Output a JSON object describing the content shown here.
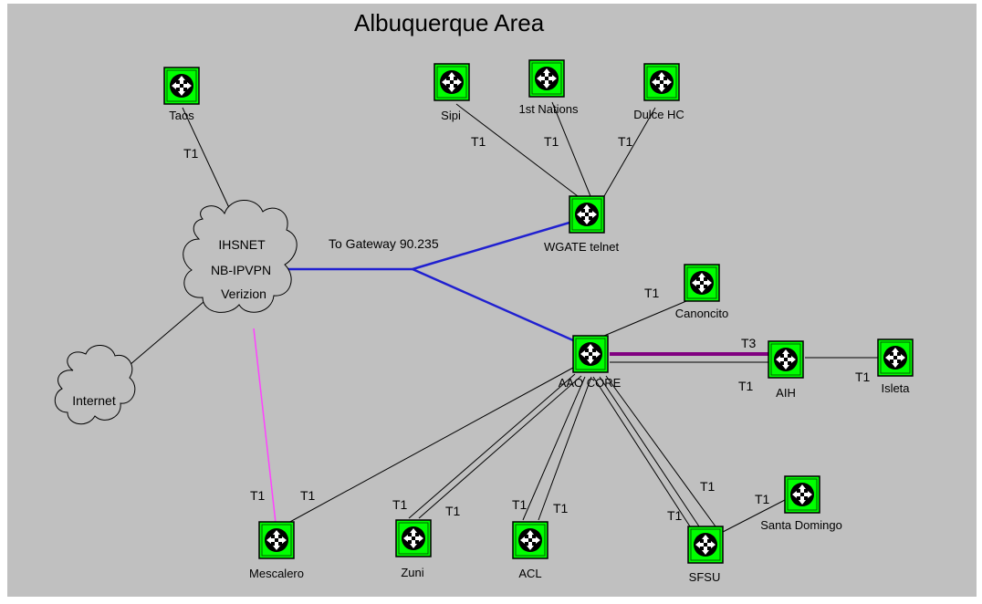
{
  "title": "Albuquerque Area",
  "colors": {
    "background": "#c0c0c0",
    "node_fill": "#00ff00",
    "wan_link": "#2020d0",
    "t3_link": "#800080",
    "pink_link": "#ff40ff"
  },
  "clouds": [
    {
      "id": "ihsnet",
      "lines": [
        "IHSNET",
        "NB-IPVPN",
        "Verizion"
      ]
    },
    {
      "id": "internet",
      "lines": [
        "Internet"
      ]
    }
  ],
  "nodes": [
    {
      "id": "taos",
      "label": "Taos",
      "icon": "router-icon"
    },
    {
      "id": "sipi",
      "label": "Sipi",
      "icon": "router-icon"
    },
    {
      "id": "firstnations",
      "label": "1st Nations",
      "icon": "router-icon"
    },
    {
      "id": "dulce",
      "label": "Dulce HC",
      "icon": "router-icon"
    },
    {
      "id": "wgate",
      "label": "WGATE telnet",
      "icon": "router-icon"
    },
    {
      "id": "canoncito",
      "label": "Canoncito",
      "icon": "router-icon"
    },
    {
      "id": "aao",
      "label": "AAO CORE",
      "icon": "router-icon"
    },
    {
      "id": "aih",
      "label": "AIH",
      "icon": "router-icon"
    },
    {
      "id": "isleta",
      "label": "Isleta",
      "icon": "router-icon"
    },
    {
      "id": "santadomingo",
      "label": "Santa Domingo",
      "icon": "router-icon"
    },
    {
      "id": "mescalero",
      "label": "Mescalero",
      "icon": "router-icon"
    },
    {
      "id": "zuni",
      "label": "Zuni",
      "icon": "router-icon"
    },
    {
      "id": "acl",
      "label": "ACL",
      "icon": "router-icon"
    },
    {
      "id": "sfsu",
      "label": "SFSU",
      "icon": "router-icon"
    }
  ],
  "link_labels": {
    "gateway": "To Gateway 90.235",
    "t1": "T1",
    "t3": "T3"
  }
}
